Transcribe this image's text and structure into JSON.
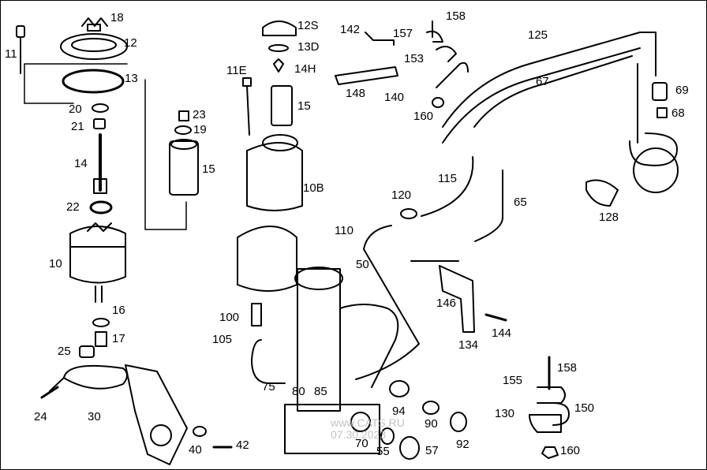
{
  "diagram": {
    "colors": {
      "ink": "#000000",
      "paper": "#ffffff",
      "shade": "#d9d9d9",
      "watermark": "#b8b8b8"
    },
    "labels": {
      "p11": "11",
      "p18": "18",
      "p12": "12",
      "p13": "13",
      "p20": "20",
      "p21": "21",
      "p14": "14",
      "p22": "22",
      "p10": "10",
      "p16": "16",
      "p17": "17",
      "p25": "25",
      "p24": "24",
      "p30": "30",
      "p40": "40",
      "p42": "42",
      "p23": "23",
      "p19": "19",
      "p15a": "15",
      "p12s": "12S",
      "p13d": "13D",
      "p14h": "14H",
      "p11e": "11E",
      "p15b": "15",
      "p10b": "10B",
      "p100": "100",
      "p105": "105",
      "p75": "75",
      "p80": "80",
      "p85": "85",
      "p142": "142",
      "p158a": "158",
      "p157": "157",
      "p153": "153",
      "p148": "148",
      "p140": "140",
      "p160a": "160",
      "p125": "125",
      "p67": "67",
      "p69": "69",
      "p68": "68",
      "p115": "115",
      "p120": "120",
      "p65": "65",
      "p128": "128",
      "p110": "110",
      "p50": "50",
      "p146": "146",
      "p144": "144",
      "p134": "134",
      "p94": "94",
      "p90": "90",
      "p70": "70",
      "p55": "55",
      "p57": "57",
      "p92": "92",
      "p155": "155",
      "p158b": "158",
      "p130": "130",
      "p150": "150",
      "p160b": "160"
    },
    "watermark": {
      "line1": "www.CATS.RU",
      "line2": "07.30.2023"
    }
  }
}
